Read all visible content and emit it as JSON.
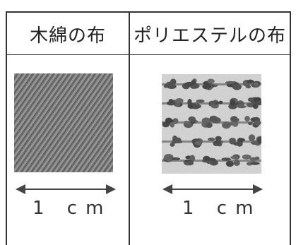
{
  "table": {
    "columns": [
      {
        "header": "木綿の布",
        "scale_label": "1 cm"
      },
      {
        "header": "ポリエステルの布",
        "scale_label": "1 cm"
      }
    ]
  }
}
